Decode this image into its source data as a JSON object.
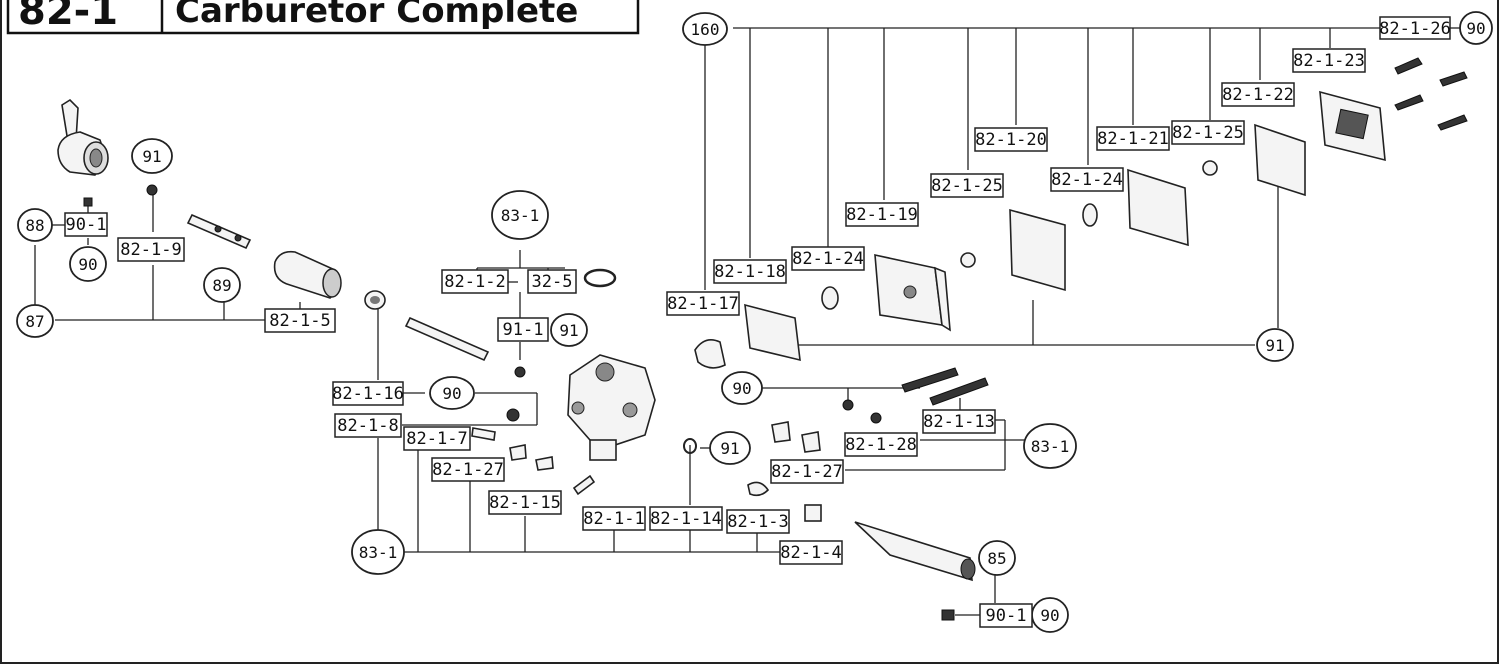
{
  "header": {
    "code": "82-1",
    "title": "Carburetor Complete"
  },
  "labels": {
    "l160": "160",
    "l82_1_26": "82-1-26",
    "l90_tr": "90",
    "l82_1_23": "82-1-23",
    "l82_1_22": "82-1-22",
    "l82_1_25a": "82-1-25",
    "l82_1_21": "82-1-21",
    "l82_1_20": "82-1-20",
    "l82_1_24a": "82-1-24",
    "l82_1_25b": "82-1-25",
    "l82_1_19": "82-1-19",
    "l82_1_24b": "82-1-24",
    "l82_1_18": "82-1-18",
    "l82_1_17": "82-1-17",
    "l91_right": "91",
    "l90_mid": "90",
    "l82_1_13": "82-1-13",
    "l82_1_28": "82-1-28",
    "l83_1_right": "83-1",
    "l82_1_27b": "82-1-27",
    "l91_a": "91",
    "l88": "88",
    "l90_1a": "90-1",
    "l90_a": "90",
    "l82_1_9": "82-1-9",
    "l89": "89",
    "l87": "87",
    "l82_1_5": "82-1-5",
    "l83_1_top": "83-1",
    "l82_1_2": "82-1-2",
    "l32_5": "32-5",
    "l91_1": "91-1",
    "l91_b": "91",
    "l82_1_16": "82-1-16",
    "l90_b": "90",
    "l82_1_8": "82-1-8",
    "l82_1_7": "82-1-7",
    "l82_1_27a": "82-1-27",
    "l82_1_15": "82-1-15",
    "l82_1_1": "82-1-1",
    "l82_1_14": "82-1-14",
    "l91_c": "91",
    "l82_1_3": "82-1-3",
    "l82_1_4": "82-1-4",
    "l83_1_bottom": "83-1",
    "l85": "85",
    "l90_1b": "90-1",
    "l90_c": "90"
  }
}
